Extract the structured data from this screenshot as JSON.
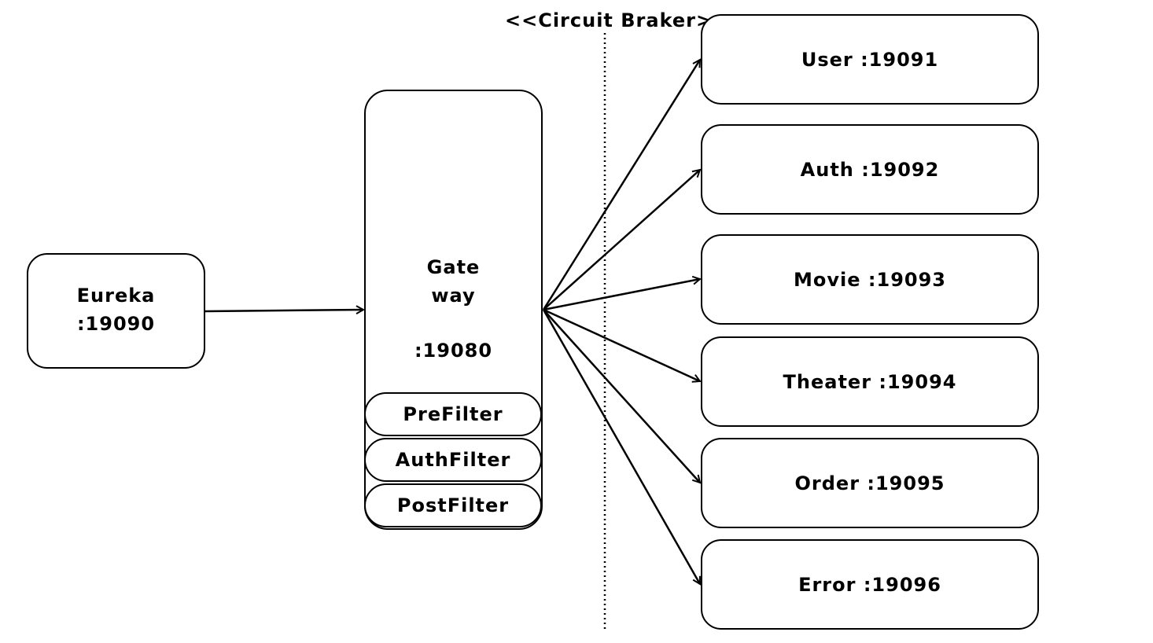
{
  "circuit_breaker": {
    "label": "<<Circuit Braker>>"
  },
  "eureka": {
    "name": "Eureka",
    "port": ":19090"
  },
  "gateway": {
    "line1": "Gate",
    "line2": "way",
    "port": ":19080",
    "filters": [
      "PreFilter",
      "AuthFilter",
      "PostFilter"
    ]
  },
  "services": [
    {
      "label": "User :19091"
    },
    {
      "label": "Auth :19092"
    },
    {
      "label": "Movie :19093"
    },
    {
      "label": "Theater :19094"
    },
    {
      "label": "Order :19095"
    },
    {
      "label": "Error :19096"
    }
  ],
  "colors": {
    "stroke": "#000000",
    "background": "#ffffff"
  }
}
